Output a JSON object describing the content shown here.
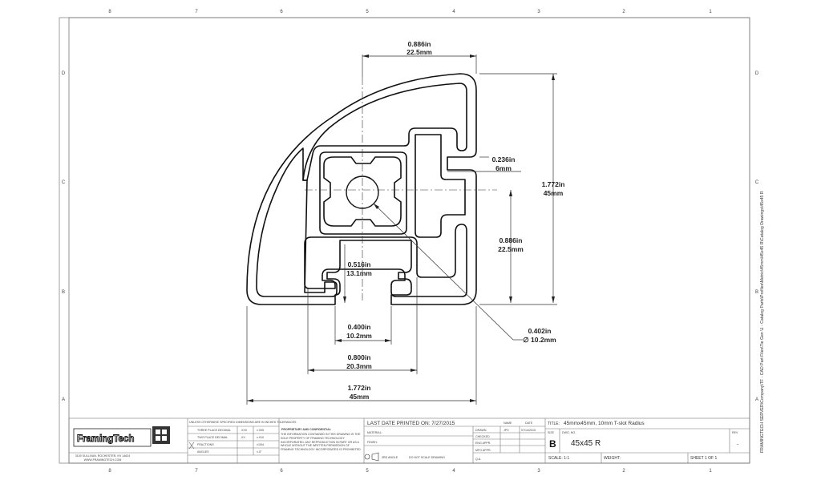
{
  "zones": {
    "columns": [
      "8",
      "7",
      "6",
      "5",
      "4",
      "3",
      "2",
      "1"
    ],
    "rows": [
      "D",
      "C",
      "B",
      "A"
    ]
  },
  "dimensions": {
    "top_width": {
      "in": "0.886in",
      "mm": "22.5mm"
    },
    "slot_depth": {
      "in": "0.236in",
      "mm": "6mm"
    },
    "overall_height": {
      "in": "1.772in",
      "mm": "45mm"
    },
    "half_height": {
      "in": "0.886in",
      "mm": "22.5mm"
    },
    "lip_depth": {
      "in": "0.516in",
      "mm": "13.1mm"
    },
    "slot_opening": {
      "in": "0.400in",
      "mm": "10.2mm"
    },
    "slot_inner": {
      "in": "0.800in",
      "mm": "20.3mm"
    },
    "overall_width": {
      "in": "1.772in",
      "mm": "45mm"
    },
    "bore": {
      "in": "0.402in",
      "mm": "∅ 10.2mm"
    }
  },
  "side_path": "FRAMINGTECH SERVER\\Company\\TF - CAD Part Files\\Tie Gen \\1 - Catalog Parts\\Profiles\\Metric\\45mm\\45x45 R\\Catalog Drawings\\45x45 R",
  "title_block": {
    "logo": "FramingTech",
    "address_line1": "3100 SULLIVAN, ROCHESTER, NY 14624",
    "address_line2": "WWW.FRAMINGTECH.COM",
    "tolerance_header": "UNLESS OTHERWISE SPECIFIED DIMENSIONS ARE IN INCHES TOLERANCES",
    "tol_row1": [
      "THREE PLACE DECIMAL",
      ".XXX",
      "±.005"
    ],
    "tol_row2": [
      "TWO PLACE DECIMAL",
      ".XX",
      "±.010"
    ],
    "tol_row3": [
      "FRACTIONS",
      "±1/64"
    ],
    "tol_row4": [
      "ANGLES",
      "±.5°"
    ],
    "prop_title": "PROPRIETARY AND CONFIDENTIAL",
    "prop_text": "THE INFORMATION CONTAINED IN THIS DRAWING IS THE SOLE PROPERTY OF FRAMING TECHNOLOGY INCORPORATED. ANY REPRODUCTION IN PART OR AS A WHOLE WITHOUT THE WRITTEN PERMISSION OF FRAMING TECHNOLOGY INCORPORATED IS PROHIBITED.",
    "last_printed": "LAST DATE PRINTED ON: 7/27/2015",
    "material": "MATERIAL:",
    "finish": "FINISH:",
    "third_angle": "3RD ANGLE",
    "do_not_scale": "DO NOT SCALE DRAWING",
    "name_hdr": "NAME",
    "date_hdr": "DATE",
    "drawn": "DRAWN",
    "drawn_name": "JPS",
    "drawn_date": "07/14/2015",
    "checked": "CHECKED",
    "eng_appr": "ENG APPR.",
    "mfg_appr": "MFG APPR.",
    "qa": "Q.A.",
    "title_label": "TITLE:",
    "title": "45mmx45mm, 10mm T-slot Radius",
    "size_label": "SIZE",
    "size": "B",
    "dwg_label": "DWG. NO.",
    "dwg": "45x45 R",
    "rev_label": "REV",
    "rev": "-",
    "scale": "SCALE: 1:1",
    "weight": "WEIGHT:",
    "sheet": "SHEET 1 OF 1"
  }
}
